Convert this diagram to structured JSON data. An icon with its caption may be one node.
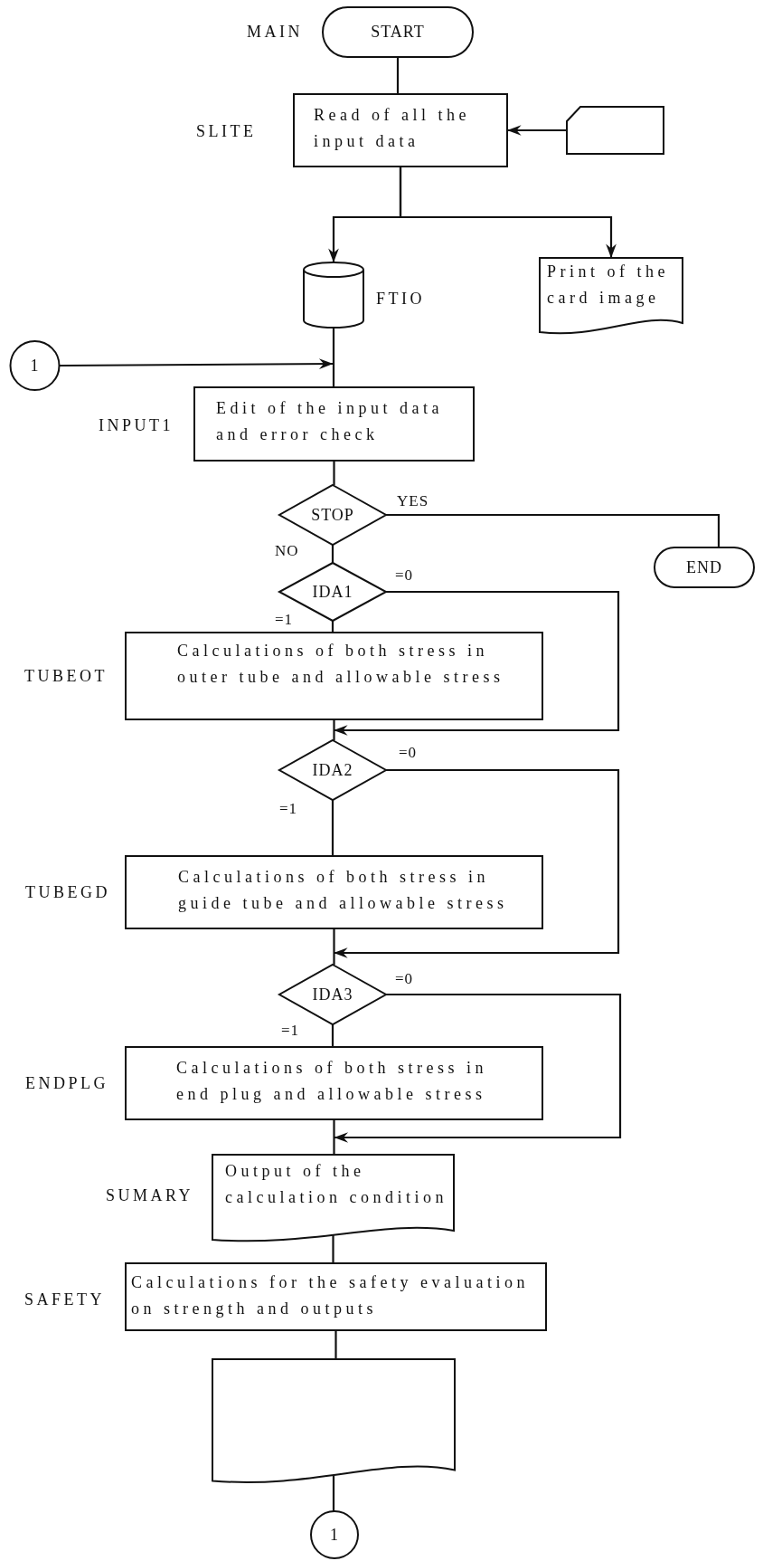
{
  "diagram": {
    "nodes": [
      {
        "text": [
          "START"
        ],
        "beside": [
          "MAIN"
        ]
      },
      {
        "text": [
          "Read of all the input data"
        ],
        "beside": [
          "SLITE"
        ]
      },
      {
        "text": [],
        "shape": "card"
      },
      {
        "text": [],
        "shape": "cylinder",
        "beside": [
          "FTIO"
        ]
      },
      {
        "text": [
          "Print of the card image"
        ]
      },
      {
        "text": [
          "1"
        ]
      },
      {
        "text": [
          "Edit of the input data and error check"
        ],
        "beside": [
          "INPUT1"
        ]
      },
      {
        "text": [
          "STOP"
        ]
      },
      {
        "text": [
          "END"
        ]
      },
      {
        "text": [
          "IDA1"
        ]
      },
      {
        "text": [
          "Calculations of both stress in outer tube and allowable stress"
        ],
        "beside": [
          "TUBEOT"
        ]
      },
      {
        "text": [
          "IDA2"
        ]
      },
      {
        "text": [
          "Calculations of both stress in guide tube and allowable stress"
        ],
        "beside": [
          "TUBEGD"
        ]
      },
      {
        "text": [
          "IDA3"
        ]
      },
      {
        "text": [
          "Calculations of both stress in end plug and allowable stress"
        ],
        "beside": [
          "ENDPLG"
        ]
      },
      {
        "text": [
          "Output of the calculation condition"
        ],
        "beside": [
          "SUMARY"
        ]
      },
      {
        "text": [
          "Calculations for the safety evaluation on strength and outputs"
        ],
        "beside": [
          "SAFETY"
        ]
      },
      {
        "text": [],
        "shape": "document"
      },
      {
        "text": [
          "1"
        ]
      }
    ],
    "edges": [
      {
        "from": 0,
        "to": 1,
        "arrow": "none"
      },
      {
        "from": 2,
        "to": 1,
        "arrow": "to"
      },
      {
        "from": 1,
        "to": 3,
        "arrow": "to"
      },
      {
        "from": 1,
        "to": 4,
        "arrow": "to"
      },
      {
        "from": 3,
        "to": 6,
        "arrow": "none"
      },
      {
        "from": 5,
        "to": 6,
        "arrow": "to"
      },
      {
        "from": 6,
        "to": 7,
        "arrow": "none"
      },
      {
        "from": 7,
        "to": 8,
        "arrow": "none",
        "label": "YES"
      },
      {
        "from": 7,
        "to": 9,
        "arrow": "none",
        "label": "NO"
      },
      {
        "from": 9,
        "to": 10,
        "arrow": "none",
        "label": "=1"
      },
      {
        "from": 9,
        "to": 11,
        "arrow": "to",
        "label": "=0"
      },
      {
        "from": 10,
        "to": 11,
        "arrow": "none"
      },
      {
        "from": 11,
        "to": 12,
        "arrow": "none",
        "label": "=1"
      },
      {
        "from": 11,
        "to": 13,
        "arrow": "to",
        "label": "=0"
      },
      {
        "from": 12,
        "to": 13,
        "arrow": "none"
      },
      {
        "from": 13,
        "to": 14,
        "arrow": "none",
        "label": "=1"
      },
      {
        "from": 13,
        "to": 15,
        "arrow": "to",
        "label": "=0"
      },
      {
        "from": 14,
        "to": 15,
        "arrow": "none"
      },
      {
        "from": 15,
        "to": 16,
        "arrow": "none"
      },
      {
        "from": 16,
        "to": 17,
        "arrow": "none"
      },
      {
        "from": 17,
        "to": 18,
        "arrow": "none"
      }
    ]
  }
}
